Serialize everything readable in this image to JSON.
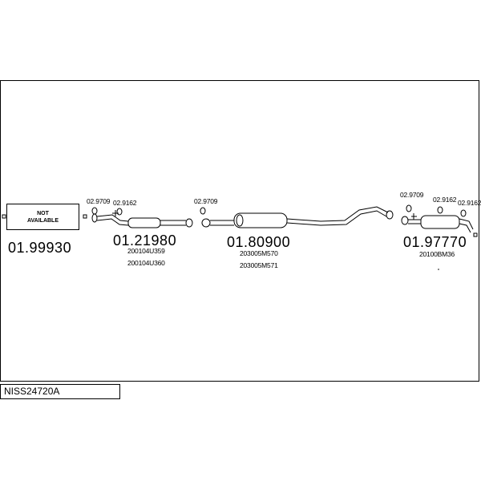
{
  "not_available": {
    "line1": "NOT",
    "line2": "AVAILABLE"
  },
  "groups": [
    {
      "part": "01.99930",
      "refs": []
    },
    {
      "part": "01.21980",
      "refs": [
        "200104U359",
        "200104U360"
      ]
    },
    {
      "part": "01.80900",
      "refs": [
        "203005M570",
        "203005M571"
      ]
    },
    {
      "part": "01.97770",
      "refs": [
        "20100BM36"
      ]
    }
  ],
  "fittings": {
    "a": "02.9709",
    "b": "02.9162",
    "c": "02.9709",
    "d": "02.9709",
    "e": "02.9162",
    "f": "02.9162"
  },
  "bottom_code": "NISS24720A"
}
